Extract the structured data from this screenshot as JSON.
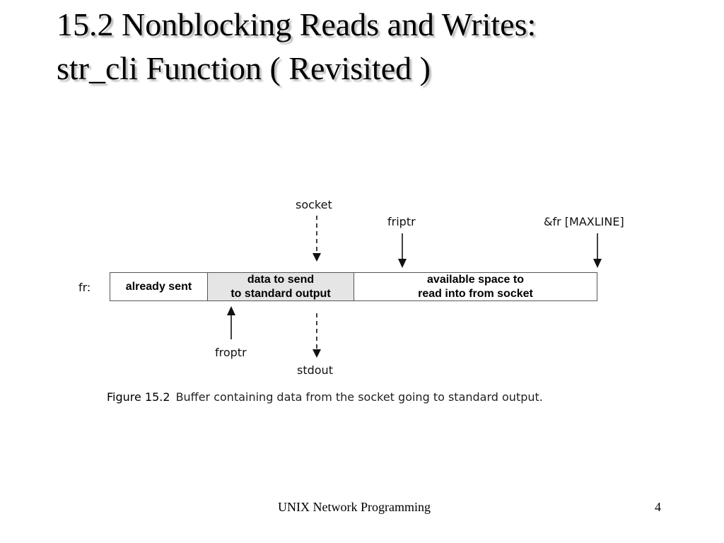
{
  "slide": {
    "title_line1": "15.2 Nonblocking Reads and Writes:",
    "title_line2": "str_cli Function ( Revisited )"
  },
  "diagram": {
    "buffer_name": "fr:",
    "segments": [
      {
        "line1": "already sent",
        "line2": "",
        "fill": "#ffffff"
      },
      {
        "line1": "data to send",
        "line2": "to standard output",
        "fill": "#e5e5e5"
      },
      {
        "line1": "available space to",
        "line2": "read into from socket",
        "fill": "#ffffff"
      }
    ],
    "labels": {
      "socket": "socket",
      "friptr": "friptr",
      "end_ptr": "&fr [MAXLINE]",
      "froptr": "froptr",
      "stdout": "stdout"
    },
    "caption_figure": "Figure 15.2",
    "caption_text": "Buffer containing data from the socket going to standard output."
  },
  "footer": {
    "course": "UNIX Network Programming",
    "page": "4"
  }
}
